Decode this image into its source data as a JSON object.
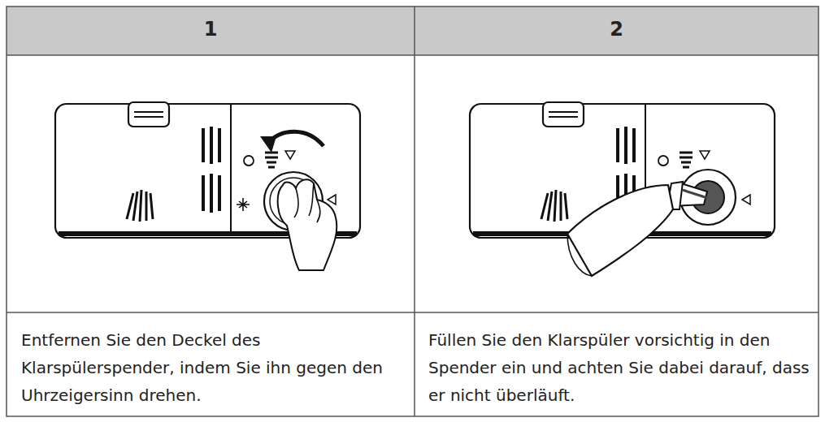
{
  "diagram": {
    "labels": [
      "1",
      "2",
      "Entfernen Sie den Deckel des Klarspülerspender, indem Sie ihn gegen den Uhrzeigersinn drehen.",
      "Füllen Sie den Klarspüler vorsichtig in den Spender ein und achten Sie dabei darauf, dass er nicht überläuft."
    ]
  }
}
